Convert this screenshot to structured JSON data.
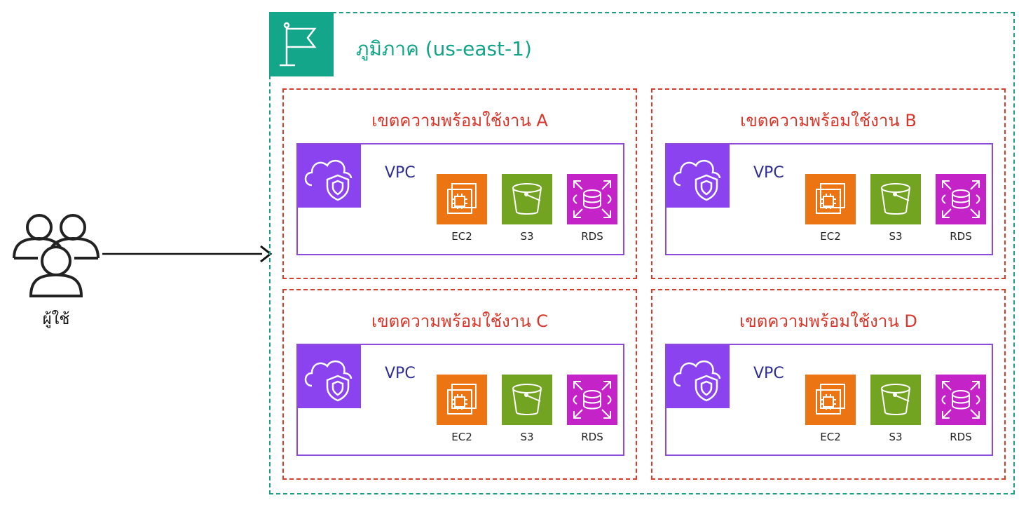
{
  "user": {
    "label": "ผู้ใช้",
    "icon": "users-icon"
  },
  "region": {
    "title": "ภูมิภาค (us-east-1)",
    "icon": "flag-icon",
    "color": "#13a68b"
  },
  "zones": [
    {
      "title": "เขตความพร้อมใช้งาน A",
      "vpc_label": "VPC",
      "services": [
        "EC2",
        "S3",
        "RDS"
      ]
    },
    {
      "title": "เขตความพร้อมใช้งาน B",
      "vpc_label": "VPC",
      "services": [
        "EC2",
        "S3",
        "RDS"
      ]
    },
    {
      "title": "เขตความพร้อมใช้งาน C",
      "vpc_label": "VPC",
      "services": [
        "EC2",
        "S3",
        "RDS"
      ]
    },
    {
      "title": "เขตความพร้อมใช้งาน D",
      "vpc_label": "VPC",
      "services": [
        "EC2",
        "S3",
        "RDS"
      ]
    }
  ],
  "colors": {
    "az_border": "#dd3a2b",
    "vpc": "#8a43ee",
    "ec2": "#ed7412",
    "s3": "#72a421",
    "rds": "#c423c8"
  }
}
